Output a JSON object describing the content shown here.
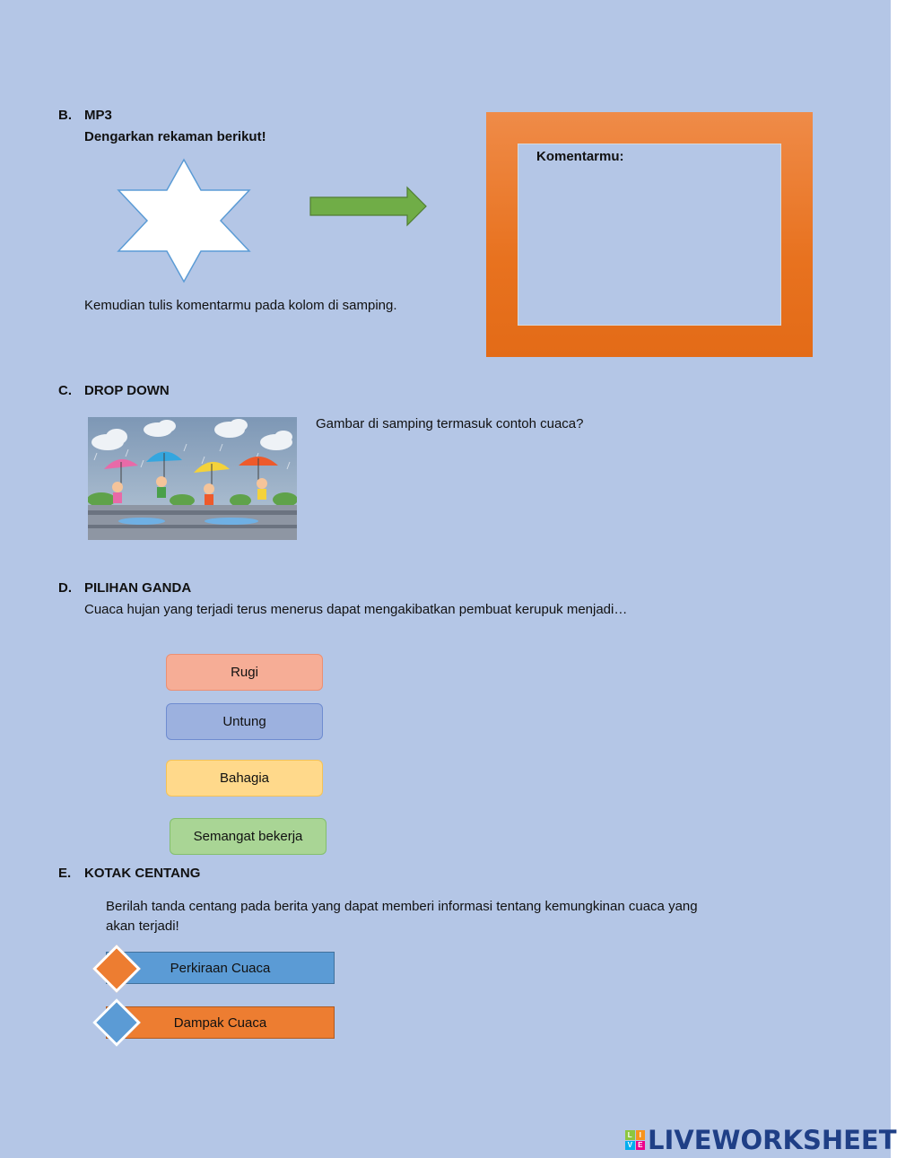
{
  "sections": {
    "b": {
      "letter": "B.",
      "title": "MP3",
      "instruction": "Dengarkan rekaman berikut!",
      "footer_text": "Kemudian tulis komentarmu pada kolom di samping.",
      "comment_label": "Komentarmu:"
    },
    "c": {
      "letter": "C.",
      "title": "DROP DOWN",
      "question": "Gambar di samping termasuk contoh cuaca?"
    },
    "d": {
      "letter": "D.",
      "title": "PILIHAN GANDA",
      "question": "Cuaca hujan yang terjadi terus menerus dapat mengakibatkan pembuat kerupuk menjadi…",
      "options": [
        "Rugi",
        "Untung",
        "Bahagia",
        "Semangat bekerja"
      ]
    },
    "e": {
      "letter": "E.",
      "title": "KOTAK CENTANG",
      "instruction_line1": "Berilah tanda centang pada berita yang dapat memberi  informasi tentang kemungkinan cuaca yang",
      "instruction_line2": "akan terjadi!",
      "options": [
        "Perkiraan Cuaca",
        "Dampak Cuaca"
      ]
    }
  },
  "branding": {
    "logo_text": "LIVEWORKSHEETS",
    "logo_letters": [
      "L",
      "I",
      "V",
      "E"
    ]
  },
  "colors": {
    "background": "#b4c6e6",
    "frame_orange": "#ed7d31",
    "arrow_green": "#70ad47",
    "blue": "#5b9bd5"
  }
}
